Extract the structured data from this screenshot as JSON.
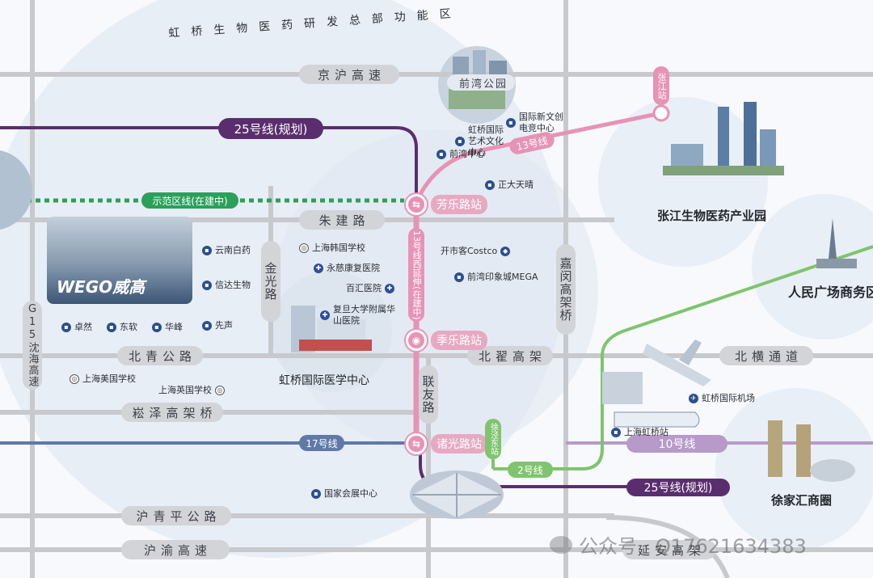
{
  "zone_arc_title": "虹桥生物医药研发总部功能区",
  "roads": {
    "jinghu": "京沪高速",
    "zhujian": "朱建路",
    "beiqing": "北青公路",
    "beidi": "北翟高架",
    "songze": "崧泽高架桥",
    "huqingping": "沪青平公路",
    "huyu": "沪渝高速",
    "yanan": "延安高架",
    "beiheng": "北横通道",
    "jinguang": "金光路",
    "lianyou": "联友路",
    "jiamin": "嘉闵高架桥",
    "g15": "G15沈海高速"
  },
  "metro_lines": {
    "line25": "25号线(规划)",
    "line25_bottom": "25号线(规划)",
    "demo_line": "示范区线(在建中)",
    "line13": "13号线",
    "line13_west": "13号线西延伸(在建中)",
    "line17": "17号线",
    "line2": "2号线",
    "line10": "10号线"
  },
  "stations": {
    "fangle": "芳乐路站",
    "jile": "季乐路站",
    "zhuguang": "诸光路站",
    "xujingdong": "徐泾东站",
    "zhangjiang": "张江站"
  },
  "pois": {
    "qianwan_park": "前湾公园",
    "hongqiao_art": "虹桥国际艺术文化中心",
    "guoji_xinwen": "国际新文创电竞中心",
    "qianwan_center": "前湾中心",
    "zhengda": "正大天晴",
    "korean_school": "上海韩国学校",
    "yongci": "永慈康复医院",
    "baihui": "百汇医院",
    "fudan_huashan": "复旦大学附属华山医院",
    "costco": "开市客Costco",
    "qianwan_mega": "前湾印象城MEGA",
    "yunnan_baiyao": "云南白药",
    "xinda": "信达生物",
    "zhuoran": "卓然",
    "dongruan": "东软",
    "huafeng": "华峰",
    "xiansheng": "先声",
    "american_school": "上海美国学校",
    "british_school": "上海英国学校",
    "exhibition": "国家会展中心",
    "hongqiao_airport": "虹桥国际机场",
    "hongqiao_station": "上海虹桥站"
  },
  "wego": "WEGO威高",
  "areas": {
    "medical_center": "虹桥国际医学中心",
    "zhangjiang_park": "张江生物医药产业园",
    "peoples_square": "人民广场商务区",
    "xujiahui": "徐家汇商圈"
  },
  "watermark": "公众号 · Q17621634383",
  "colors": {
    "line25": "#5a2e6e",
    "line13": "#e693b6",
    "demo": "#2aa05a",
    "line17": "#5f79a8",
    "line2": "#7fc46e",
    "line10": "#b79ac9",
    "road": "#c7c9cd"
  }
}
